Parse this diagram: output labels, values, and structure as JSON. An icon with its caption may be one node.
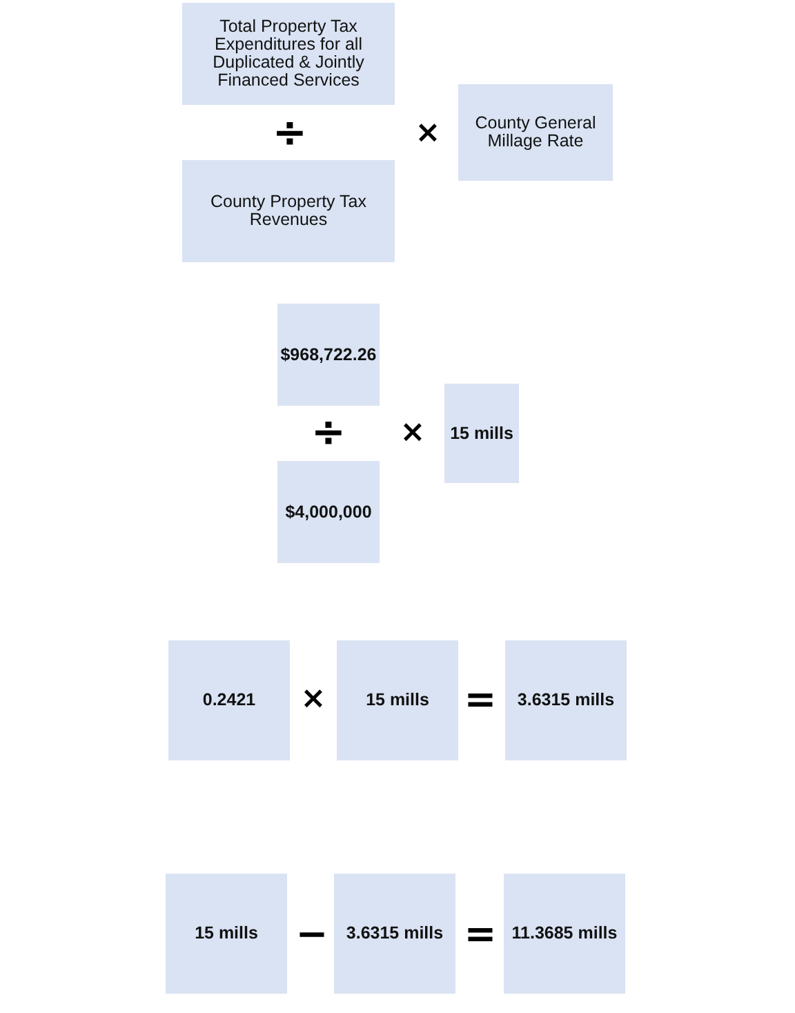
{
  "diagram": {
    "nodes": [
      {
        "text": [
          "Total Property Tax Expenditures for all Duplicated & Jointly Financed Services"
        ]
      },
      {
        "text": [
          "County Property Tax Revenues"
        ]
      },
      {
        "text": [
          "County General Millage Rate"
        ]
      },
      {
        "text": [
          "$968,722.26"
        ]
      },
      {
        "text": [
          "$4,000,000"
        ]
      },
      {
        "text": [
          "15 mills"
        ]
      },
      {
        "text": [
          "0.2421"
        ]
      },
      {
        "text": [
          "15 mills"
        ]
      },
      {
        "text": [
          "3.6315 mills"
        ]
      },
      {
        "text": [
          "15 mills"
        ]
      },
      {
        "text": [
          "3.6315 mills"
        ]
      },
      {
        "text": [
          "11.3685 mills"
        ]
      }
    ],
    "labels": [
      "÷",
      "×",
      "÷",
      "×",
      "×",
      "=",
      "−",
      "="
    ]
  }
}
